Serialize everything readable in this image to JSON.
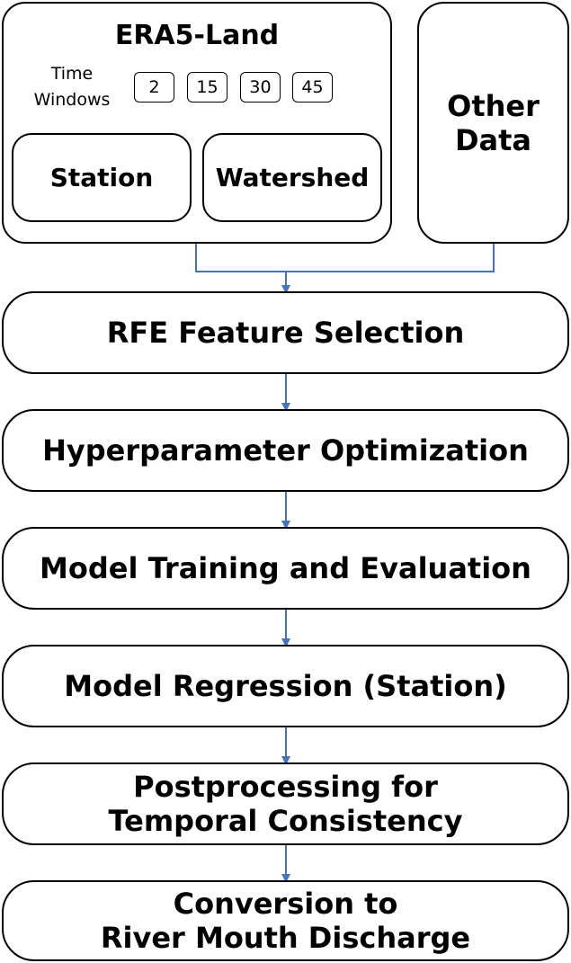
{
  "era5": {
    "title": "ERA5-Land",
    "time_label": "Time\nWindows",
    "windows": [
      "2",
      "15",
      "30",
      "45"
    ],
    "station": "Station",
    "watershed": "Watershed"
  },
  "other": {
    "label": "Other\nData"
  },
  "stages": [
    "RFE Feature Selection",
    "Hyperparameter Optimization",
    "Model Training and Evaluation",
    "Model Regression (Station)",
    "Postprocessing for\nTemporal Consistency",
    "Conversion to\nRiver Mouth Discharge"
  ],
  "colors": {
    "arrow": "#4472C4",
    "line": "#000000",
    "background": "#ffffff"
  }
}
